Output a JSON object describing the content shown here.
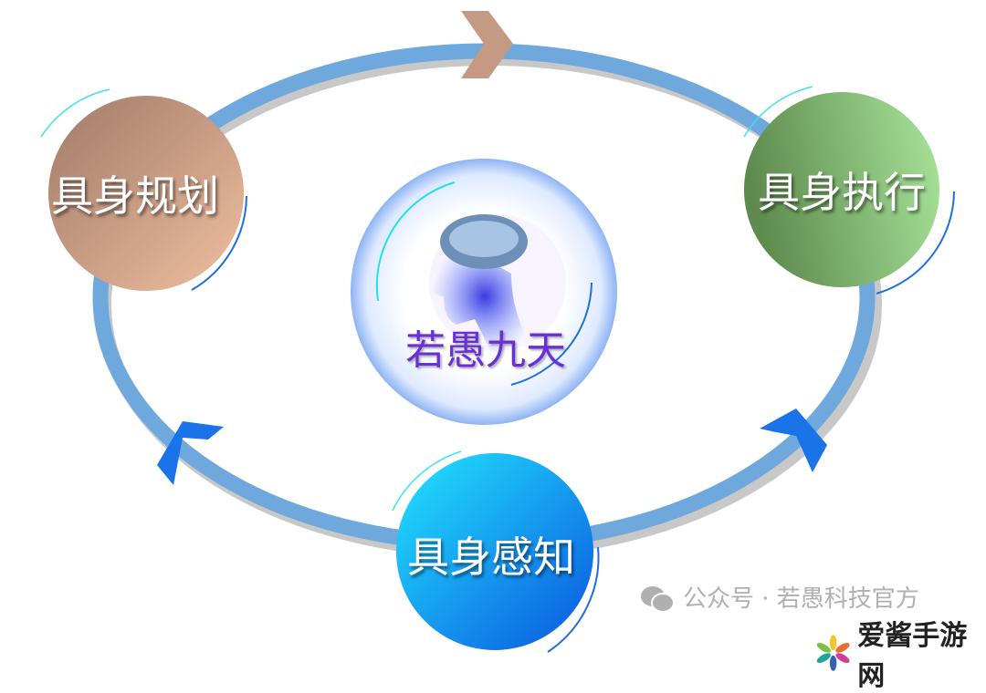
{
  "nodes": {
    "planning": "具身规划",
    "execution": "具身执行",
    "perception": "具身感知",
    "center": "若愚九天"
  },
  "watermark": {
    "text": "公众号 · 若愚科技官方",
    "icon": "wechat-icon"
  },
  "logo": {
    "text": "爱酱手游网",
    "icon": "flower-icon"
  },
  "colors": {
    "ring": "#6fa8dc",
    "top_arrow": "#c49a82",
    "side_arrows": "#1a73e8",
    "center_text": "#6a2fd6"
  }
}
